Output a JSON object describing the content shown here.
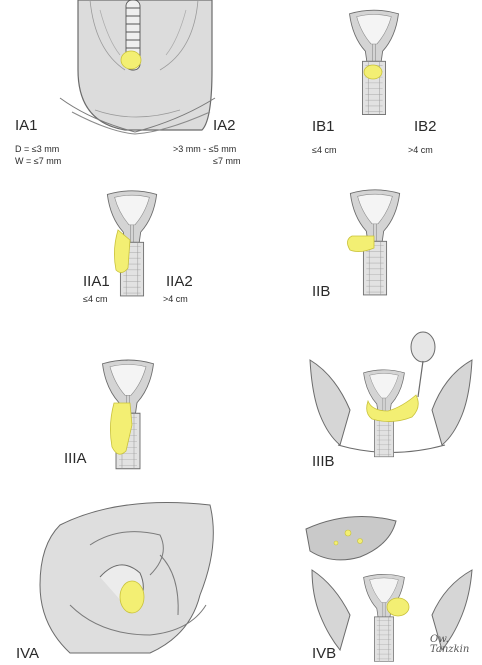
{
  "colors": {
    "tumor": "#f3ef73",
    "tumor_stroke": "#c9c23a",
    "line": "#6b6b6b",
    "tissue": "#d2d2d2",
    "tissue_dark": "#a9a9a9",
    "background": "#ffffff"
  },
  "stages": {
    "ia": {
      "label1": "IA1",
      "label2": "IA2",
      "ia1_depth": "D = ≤3 mm",
      "ia1_width": "W = ≤7 mm",
      "ia2_depth": ">3 mm - ≤5 mm",
      "ia2_width": "≤7 mm"
    },
    "ib": {
      "label1": "IB1",
      "label2": "IB2",
      "size1": "≤4 cm",
      "size2": ">4 cm"
    },
    "iia": {
      "label1": "IIA1",
      "label2": "IIA2",
      "size1": "≤4 cm",
      "size2": ">4 cm"
    },
    "iib": {
      "label": "IIB"
    },
    "iiia": {
      "label": "IIIA"
    },
    "iiib": {
      "label": "IIIB"
    },
    "iva": {
      "label": "IVA"
    },
    "ivb": {
      "label": "IVB"
    }
  }
}
